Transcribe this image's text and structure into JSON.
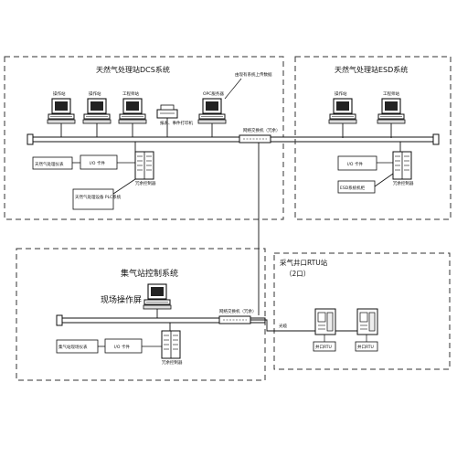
{
  "regions": {
    "dcs": "天然气处理站DCS系统",
    "esd": "天然气处理站ESD系统",
    "gather": "集气站控制系统",
    "rtu_title": "采气井口RTU站",
    "rtu_sub": "（2口）"
  },
  "dcs": {
    "station1": "操作站",
    "station2": "操作站",
    "station3": "工程师站",
    "printer": "报表、事件打印机",
    "opc": "OPC服务器",
    "wan_note": "由现有系统上传数据",
    "switch": "网络交换机（冗余）",
    "third_party": "天然气处理仪表",
    "io_module": "I/O 卡件",
    "controller": "冗余控制器",
    "plc": "天然气处理设备 PLC系统"
  },
  "esd": {
    "station1": "操作站",
    "station2": "工程师站",
    "io_module": "I/O 卡件",
    "controller": "冗余控制器",
    "panel": "ESD系统机柜"
  },
  "gather": {
    "screen": "现场操作屏",
    "switch": "网络交换机（冗余）",
    "field_instr": "集气站现场仪表",
    "io_module": "I/O 卡件",
    "controller": "冗余控制器"
  },
  "rtu": {
    "link": "光缆",
    "unit1": "井口RTU",
    "unit2": "井口RTU"
  }
}
